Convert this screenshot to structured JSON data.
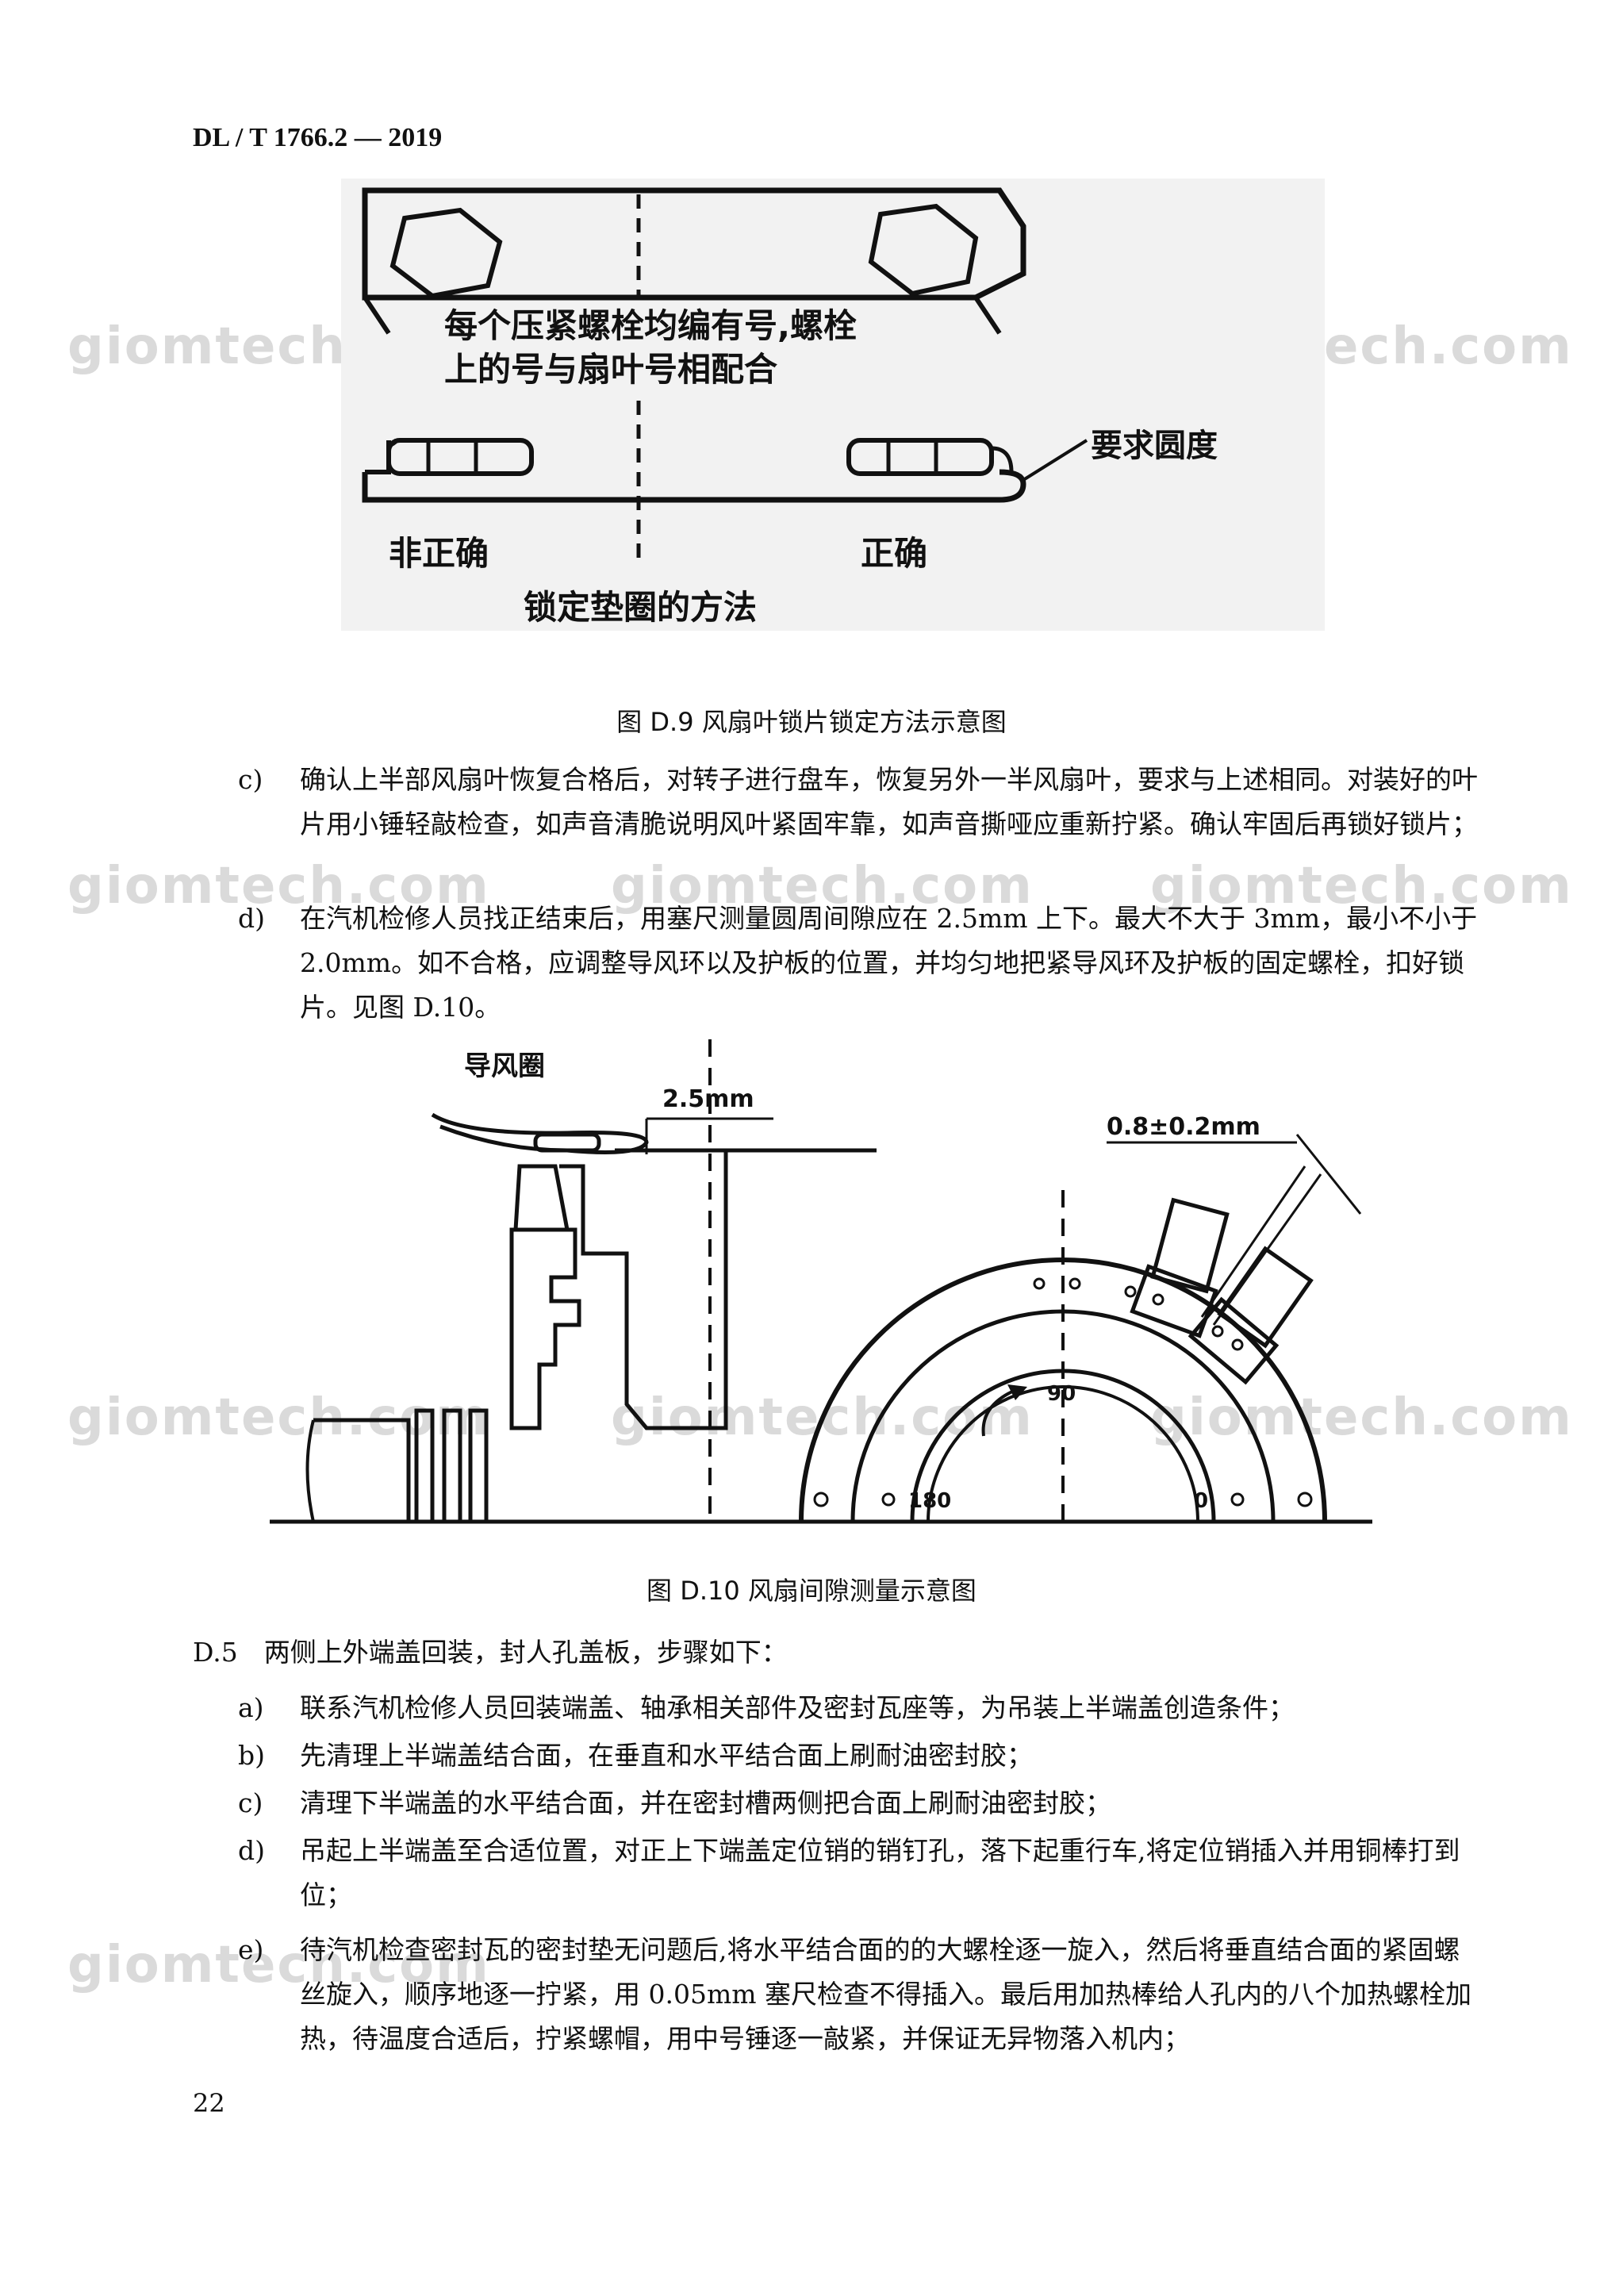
{
  "header": {
    "doc_code": "DL / T 1766.2 — 2019"
  },
  "figure_d9": {
    "label_top": "每个压紧螺栓均编有号,螺栓",
    "label_top2": "上的号与扇叶号相配合",
    "label_round": "要求圆度",
    "label_wrong": "非正确",
    "label_right": "正确",
    "label_method": "锁定垫圈的方法",
    "caption": "图 D.9 风扇叶锁片锁定方法示意图"
  },
  "items_c_d": [
    {
      "mark": "c)",
      "text": "确认上半部风扇叶恢复合格后，对转子进行盘车，恢复另外一半风扇叶，要求与上述相同。对装好的叶片用小锤轻敲检查，如声音清脆说明风叶紧固牢靠，如声音撕哑应重新拧紧。确认牢固后再锁好锁片；"
    },
    {
      "mark": "d)",
      "text": "在汽机检修人员找正结束后，用塞尺测量圆周间隙应在 2.5mm 上下。最大不大于 3mm，最小不小于 2.0mm。如不合格，应调整导风环以及护板的位置，并均匀地把紧导风环及护板的固定螺栓，扣好锁片。见图 D.10。"
    }
  ],
  "figure_d10": {
    "label_guide": "导风圈",
    "label_gap": "2.5mm",
    "label_tol": "0.8±0.2mm",
    "label_90": "90",
    "label_180": "180",
    "label_0": "0",
    "caption": "图 D.10 风扇间隙测量示意图"
  },
  "section_d5": {
    "title": "D.5　两侧上外端盖回装，封人孔盖板，步骤如下："
  },
  "items_d5": [
    {
      "mark": "a)",
      "text": "联系汽机检修人员回装端盖、轴承相关部件及密封瓦座等，为吊装上半端盖创造条件；"
    },
    {
      "mark": "b)",
      "text": "先清理上半端盖结合面，在垂直和水平结合面上刷耐油密封胶；"
    },
    {
      "mark": "c)",
      "text": "清理下半端盖的水平结合面，并在密封槽两侧把合面上刷耐油密封胶；"
    },
    {
      "mark": "d)",
      "text": "吊起上半端盖至合适位置，对正上下端盖定位销的销钉孔，落下起重行车,将定位销插入并用铜棒打到位；"
    },
    {
      "mark": "e)",
      "text": "待汽机检查密封瓦的密封垫无问题后,将水平结合面的的大螺栓逐一旋入，然后将垂直结合面的紧固螺丝旋入，顺序地逐一拧紧，用 0.05mm 塞尺检查不得插入。最后用加热棒给人孔内的八个加热螺栓加热，待温度合适后，拧紧螺帽，用中号锤逐一敲紧，并保证无异物落入机内；"
    }
  ],
  "page_number": "22",
  "watermark": "giomtech.com"
}
